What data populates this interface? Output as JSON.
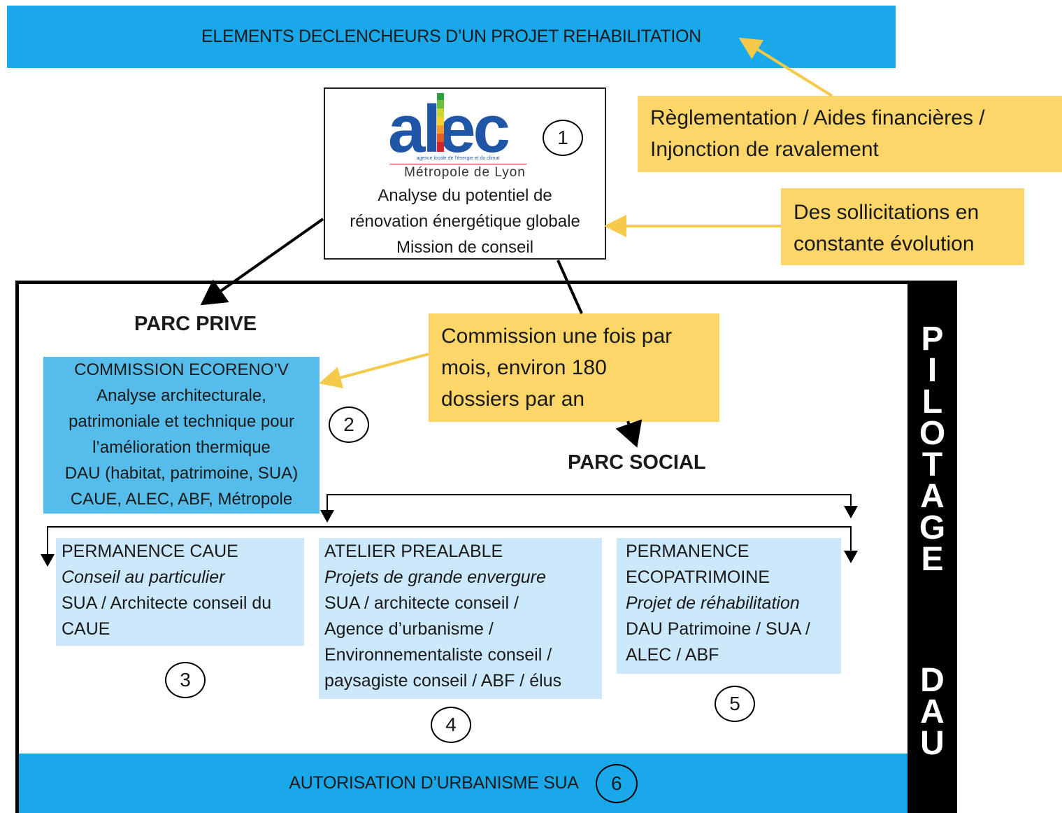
{
  "top_banner": "ELEMENTS DECLENCHEURS D’UN PROJET REHABILITATION",
  "alec": {
    "logo_text": "alec",
    "logo_tagline": "agence locale de l'énergie et du climat",
    "city": "Métropole de Lyon",
    "lines": [
      "Analyse du potentiel de",
      "rénovation énergétique globale",
      "Mission de conseil"
    ],
    "number": "1"
  },
  "notes": {
    "regulation": [
      "Règlementation / Aides financières /",
      "Injonction de ravalement"
    ],
    "sollicitations": [
      "Des sollicitations en",
      "constante évolution"
    ],
    "commission_freq": [
      "Commission une fois par",
      "mois, environ 180",
      "dossiers par an"
    ]
  },
  "parc_prive": "PARC PRIVE",
  "parc_social": "PARC SOCIAL",
  "commission": {
    "lines": [
      "COMMISSION ECORENO’V",
      "Analyse architecturale,",
      "patrimoniale et technique pour",
      "l’amélioration thermique",
      "DAU (habitat, patrimoine, SUA)",
      "CAUE,  ALEC, ABF, Métropole"
    ],
    "number": "2"
  },
  "cards": [
    {
      "title": "PERMANENCE CAUE",
      "subtitle": "Conseil au particulier",
      "body": [
        "SUA / Architecte conseil du",
        "CAUE"
      ],
      "number": "3"
    },
    {
      "title": "ATELIER PREALABLE",
      "subtitle": "Projets de grande envergure",
      "body": [
        "SUA / architecte conseil /",
        "Agence d’urbanisme /",
        "Environnementaliste conseil /",
        "paysagiste conseil / ABF / élus"
      ],
      "number": "4"
    },
    {
      "title": "PERMANENCE",
      "title2": "ECOPATRIMOINE",
      "subtitle": "Projet de réhabilitation",
      "body": [
        "DAU Patrimoine / SUA /",
        "ALEC / ABF"
      ],
      "number": "5"
    }
  ],
  "bottom_banner": "AUTORISATION D’URBANISME SUA",
  "bottom_number": "6",
  "sidebar": {
    "pilotage": "PILOTAGE",
    "dau": "DAU"
  },
  "colors": {
    "blue_bar": "#19a8ea",
    "commission_blue": "#56bce9",
    "card_blue": "#cce8fb",
    "note_yellow": "#fcd669",
    "arrow_yellow": "#f5c94a"
  }
}
